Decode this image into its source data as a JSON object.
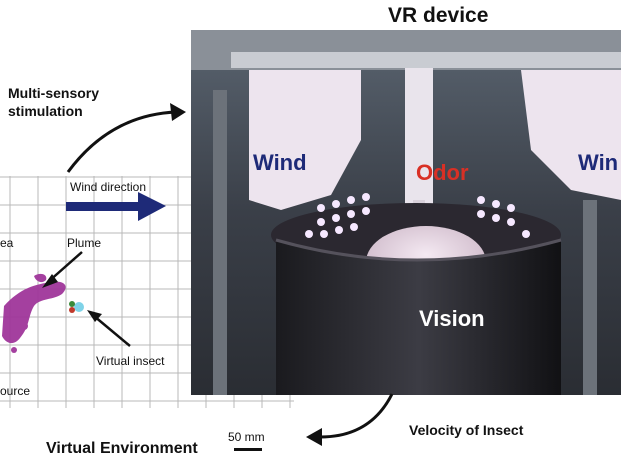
{
  "header": {
    "title": "VR device"
  },
  "annotations": {
    "multi_sensory": "Multi-sensory stimulation",
    "velocity": "Velocity of Insect"
  },
  "device": {
    "wind_left": "Wind",
    "wind_right": "Win",
    "odor": "Odor",
    "vision": "Vision"
  },
  "environment": {
    "title": "Virtual Environment",
    "wind_direction": "Wind direction",
    "area_partial": "ea",
    "plume": "Plume",
    "virtual_insect": "Virtual insect",
    "source_partial": "ource",
    "scale": "50 mm"
  },
  "colors": {
    "navy": "#1e2a78",
    "odor_red": "#d93025",
    "plume_purple": "#a0369a"
  }
}
